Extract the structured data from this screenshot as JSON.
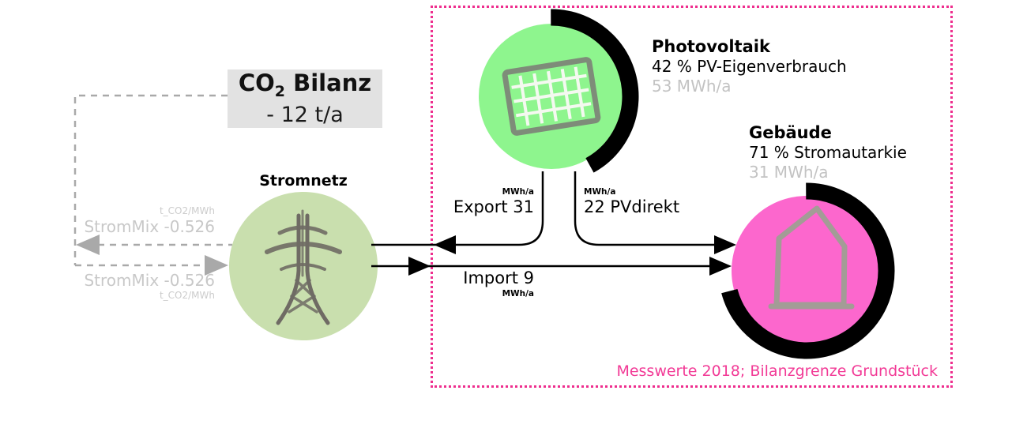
{
  "co2_box": {
    "formula_base": "CO",
    "formula_sub": "2",
    "formula_suffix": "Bilanz",
    "value": "- 12 t/a"
  },
  "grid": {
    "label": "Stromnetz"
  },
  "strommix_export": {
    "unit": "t_CO2/MWh",
    "label": "StromMix -0.526",
    "factor": -0.526
  },
  "strommix_import": {
    "label": "StromMix -0.526",
    "unit": "t_CO2/MWh",
    "factor": -0.526
  },
  "pv": {
    "title": "Photovoltaik",
    "detail": "42 % PV-Eigenverbrauch",
    "amount": "53 MWh/a",
    "self_consumption_pct": 42
  },
  "building": {
    "title": "Gebäude",
    "detail": "71 % Stromautarkie",
    "amount": "31 MWh/a",
    "autarky_pct": 71
  },
  "flows": {
    "export": {
      "unit": "MWh/a",
      "label": "Export 31",
      "value": 31
    },
    "pv_direct": {
      "unit": "MWh/a",
      "label": "22 PVdirekt",
      "value": 22
    },
    "import_flow": {
      "label": "Import 9",
      "unit": "MWh/a",
      "value": 9
    }
  },
  "note": {
    "text": "Messwerte 2018; Bilanzgrenze Grundstück"
  },
  "colors": {
    "boundary_pink": "#ee2e8e",
    "note_pink": "#f23a96",
    "grid_green": "#c9dfae",
    "pv_green": "#8ef58e",
    "building_pink": "#fc67cd",
    "co2_box_gray": "#e2e2e2",
    "dashed_gray": "#a9a9a9",
    "muted_text_gray": "#c8c8c8",
    "flow_black": "#000000"
  }
}
